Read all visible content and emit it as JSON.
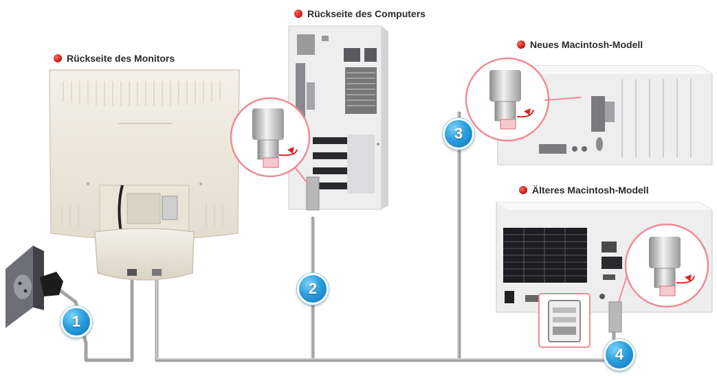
{
  "labels": {
    "monitor_back": "Rückseite des Monitors",
    "computer_back": "Rückseite des Computers",
    "new_mac": "Neues Macintosh-Modell",
    "old_mac": "Älteres Macintosh-Modell"
  },
  "steps": [
    "1",
    "2",
    "3",
    "4"
  ],
  "colors": {
    "label_dot": "#c1140e",
    "badge": "#2a9fe0",
    "cable": "#9a9a9a",
    "device": "#ece8dc",
    "callout_ring": "#f08a96"
  }
}
